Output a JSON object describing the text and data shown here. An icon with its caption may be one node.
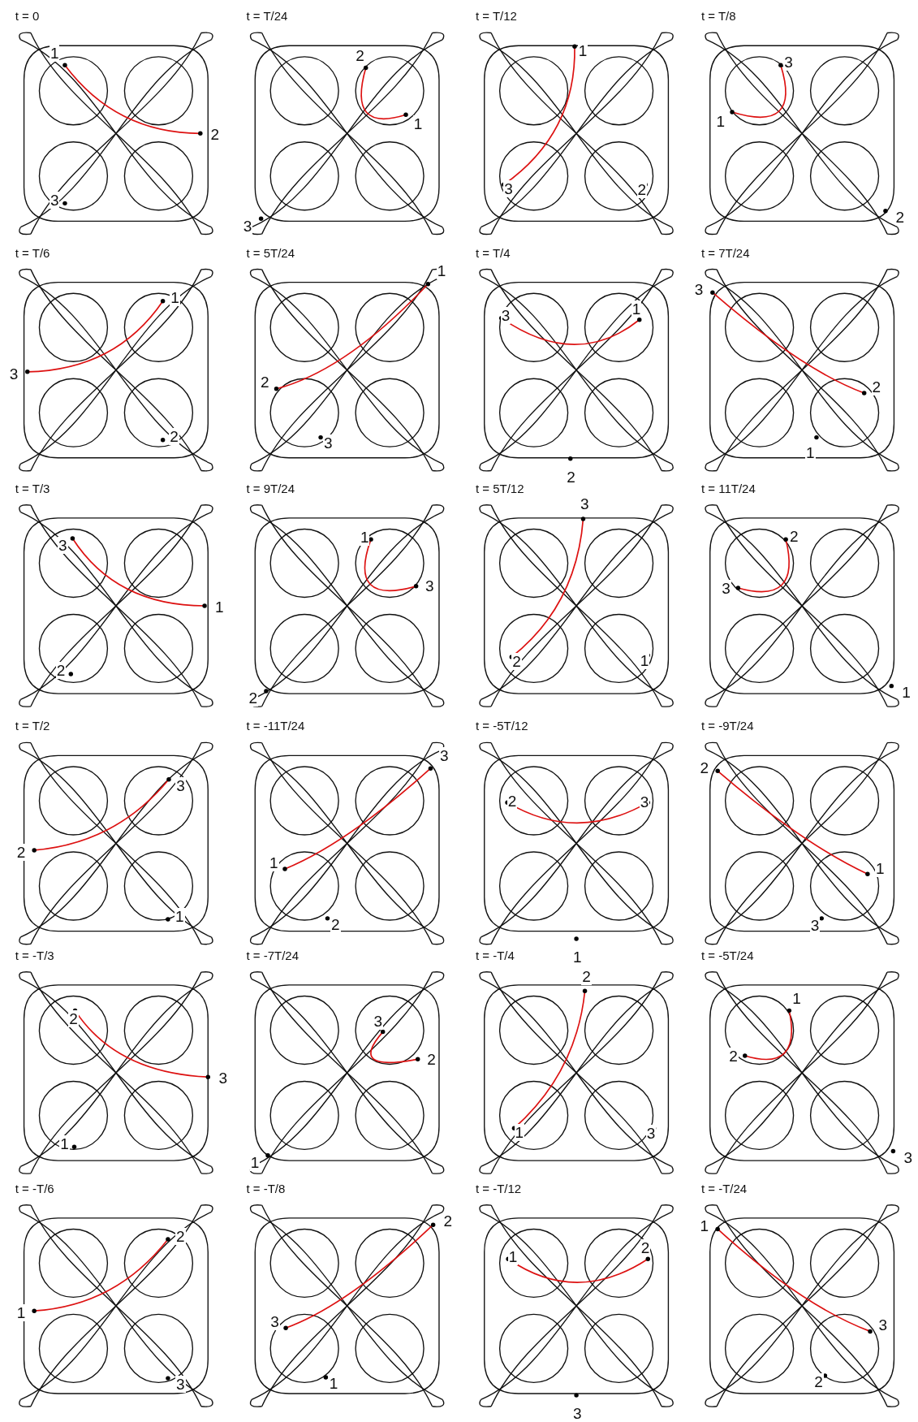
{
  "diagram": {
    "labels": [
      "t = 0",
      "1",
      "2",
      "3",
      "t = T/24",
      "2",
      "1",
      "3",
      "t = T/12",
      "1",
      "3",
      "2",
      "t = T/8",
      "3",
      "1",
      "2",
      "t = T/6",
      "1",
      "3",
      "2",
      "t = 5T/24",
      "1",
      "2",
      "3",
      "t = T/4",
      "3",
      "1",
      "2",
      "t = 7T/24",
      "3",
      "2",
      "1",
      "t = T/3",
      "3",
      "1",
      "2",
      "t = 9T/24",
      "1",
      "3",
      "2",
      "t = 5T/12",
      "3",
      "2",
      "1",
      "t = 11T/24",
      "2",
      "3",
      "1",
      "t = T/2",
      "3",
      "2",
      "1",
      "t = -11T/24",
      "3",
      "1",
      "2",
      "t = -5T/12",
      "2",
      "3",
      "1",
      "t = -9T/24",
      "2",
      "1",
      "3",
      "t = -T/3",
      "2",
      "3",
      "1",
      "t = -7T/24",
      "3",
      "2",
      "1",
      "t = -T/4",
      "2",
      "1",
      "3",
      "t = -5T/24",
      "1",
      "2",
      "3",
      "t = -T/6",
      "2",
      "1",
      "3",
      "t = -T/8",
      "2",
      "3",
      "1",
      "t = -T/12",
      "1",
      "2",
      "3",
      "t = -T/24",
      "1",
      "3",
      "2"
    ]
  }
}
